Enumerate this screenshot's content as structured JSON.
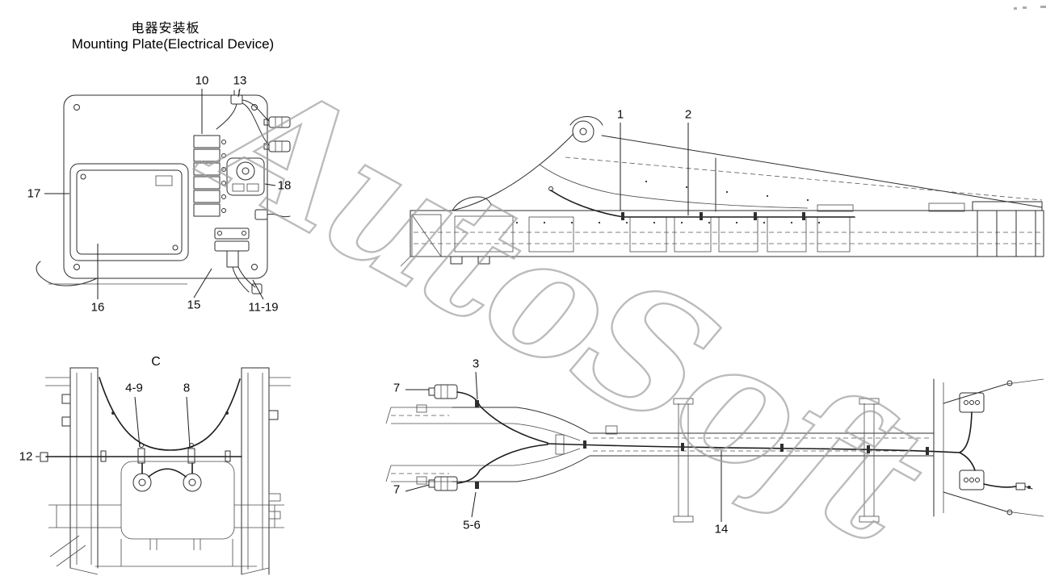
{
  "page": {
    "watermark": "AutoSoft",
    "background": "#ffffff",
    "line_color": "#2e2e2e",
    "watermark_color": "#9c9c9c"
  },
  "title": {
    "zh": "电器安装板",
    "en": "Mounting Plate(Electrical Device)"
  },
  "section_label": "C",
  "callouts": {
    "item10": "10",
    "item13": "13",
    "item17": "17",
    "item18": "18",
    "item16": "16",
    "item15": "15",
    "item11_19": "11-19",
    "item1": "1",
    "item2": "2",
    "item4_9": "4-9",
    "item8": "8",
    "item12": "12",
    "item7_top": "7",
    "item3": "3",
    "item7_bottom": "7",
    "item5_6": "5-6",
    "item14": "14"
  }
}
